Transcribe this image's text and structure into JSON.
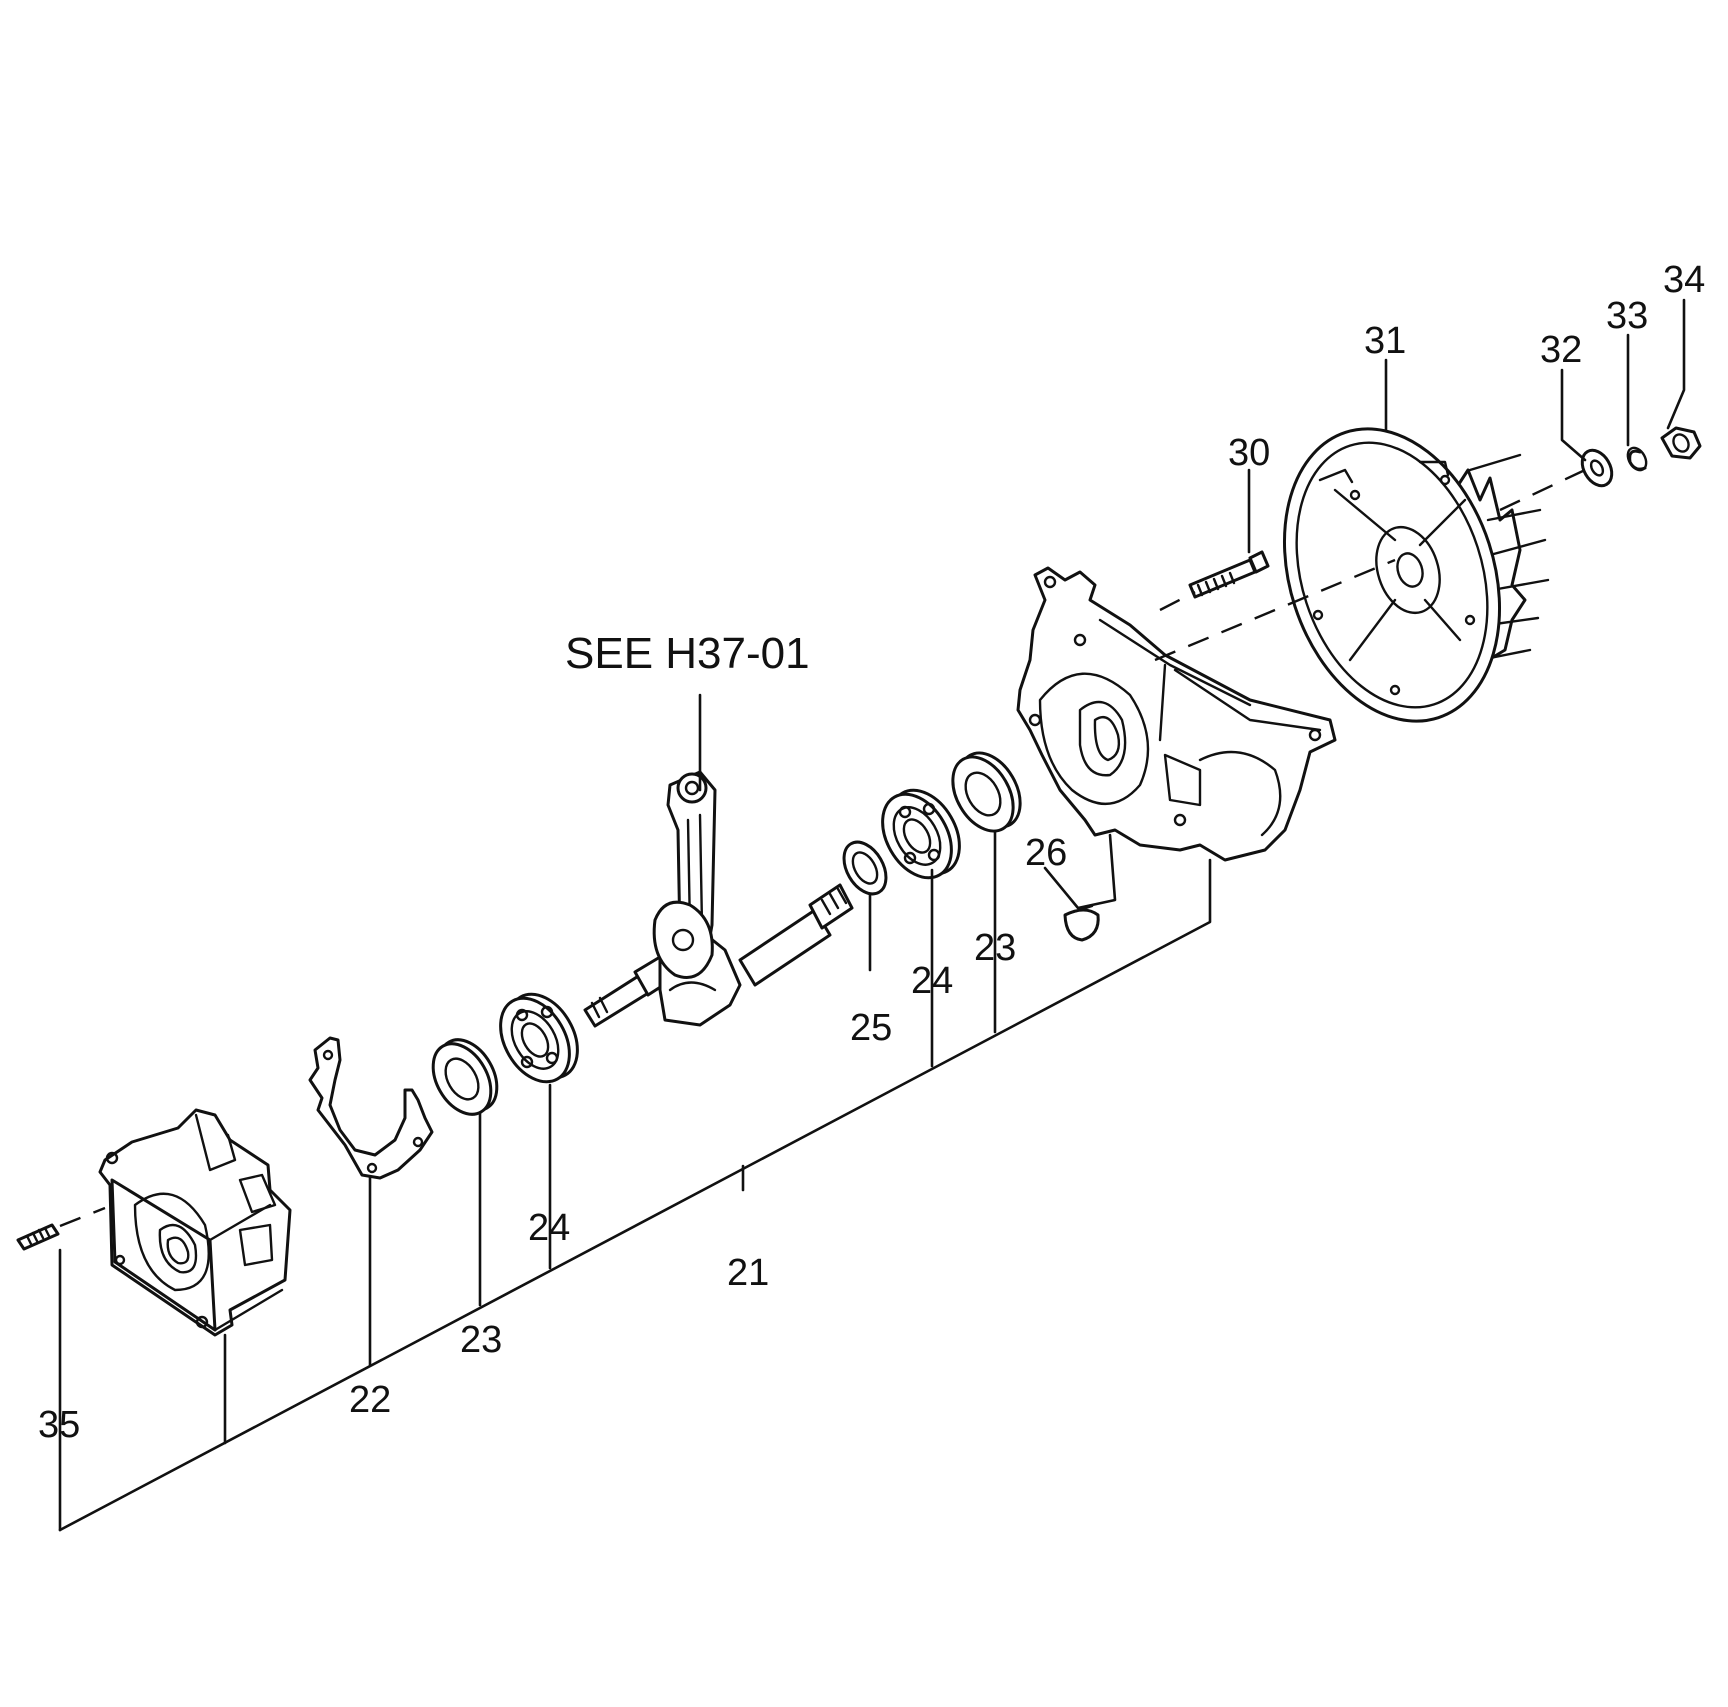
{
  "reference_note": "SEE H37-01",
  "callouts": {
    "c21": "21",
    "c22": "22",
    "c23a": "23",
    "c24a": "24",
    "c25": "25",
    "c24b": "24",
    "c23b": "23",
    "c26": "26",
    "c30": "30",
    "c31": "31",
    "c32": "32",
    "c33": "33",
    "c34": "34",
    "c35": "35"
  }
}
